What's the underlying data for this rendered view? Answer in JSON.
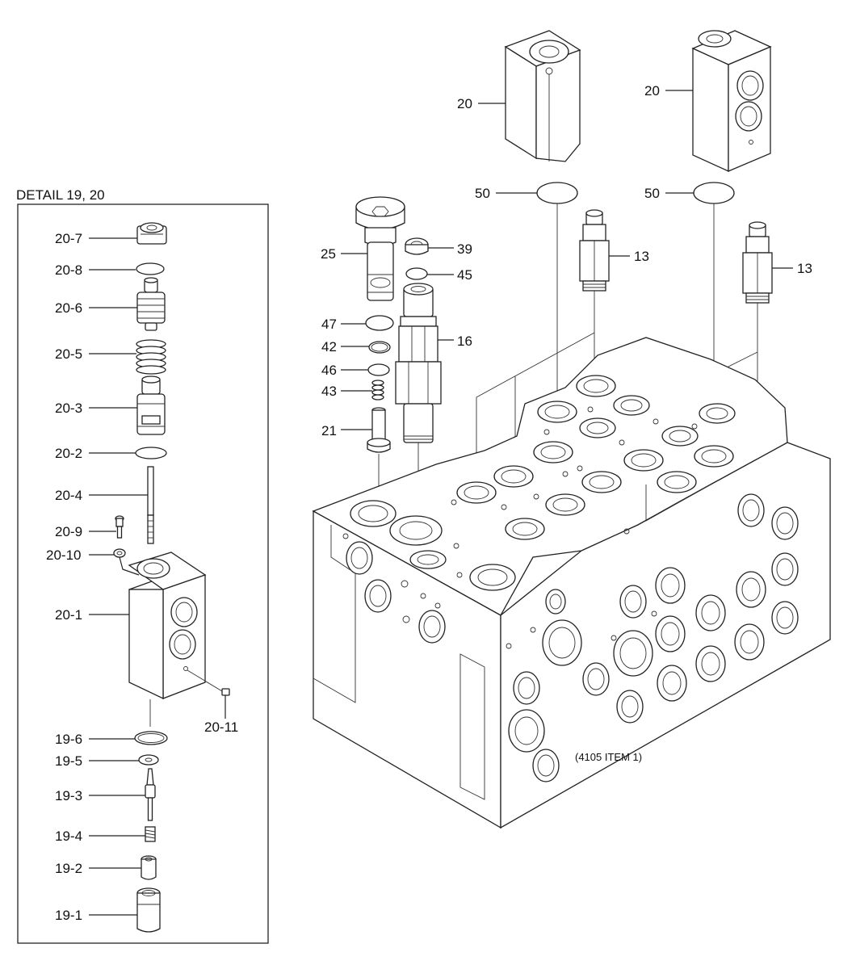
{
  "detail": {
    "title": "DETAIL 19, 20",
    "labels": {
      "p20_7": "20-7",
      "p20_8": "20-8",
      "p20_6": "20-6",
      "p20_5": "20-5",
      "p20_3": "20-3",
      "p20_2": "20-2",
      "p20_4": "20-4",
      "p20_9": "20-9",
      "p20_10": "20-10",
      "p20_1": "20-1",
      "p20_11": "20-11",
      "p19_6": "19-6",
      "p19_5": "19-5",
      "p19_3": "19-3",
      "p19_4": "19-4",
      "p19_2": "19-2",
      "p19_1": "19-1"
    }
  },
  "main": {
    "labels": {
      "p20a": "20",
      "p20b": "20",
      "p50a": "50",
      "p50b": "50",
      "p25": "25",
      "p39": "39",
      "p45": "45",
      "p13a": "13",
      "p13b": "13",
      "p47": "47",
      "p16": "16",
      "p42": "42",
      "p46": "46",
      "p43": "43",
      "p21": "21"
    },
    "note": "(4105 ITEM 1)"
  }
}
